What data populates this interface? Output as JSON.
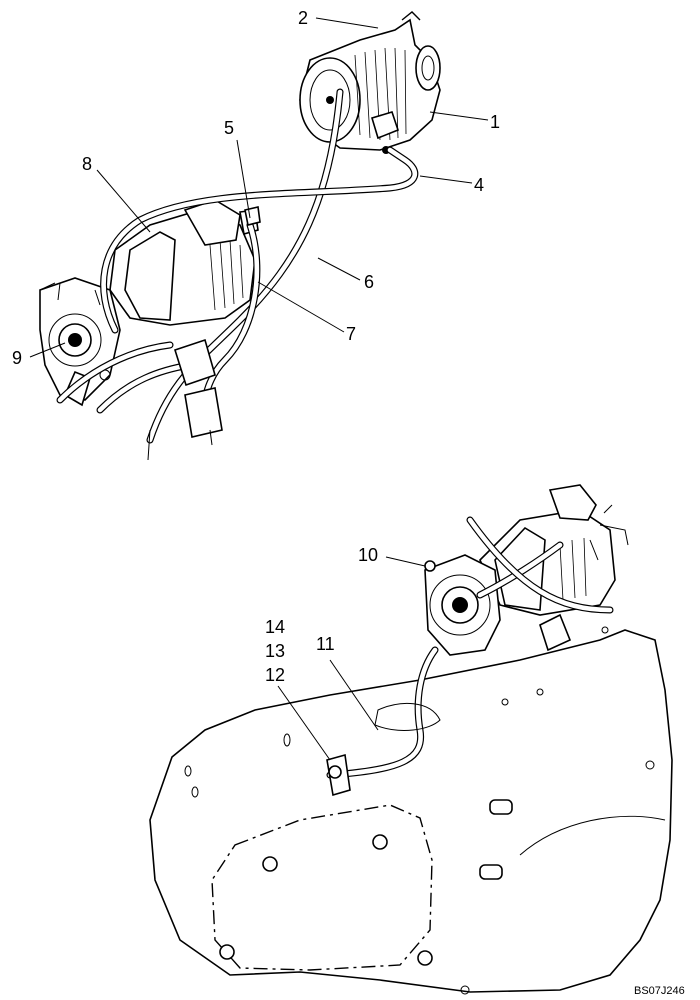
{
  "callouts": {
    "c1": "1",
    "c2": "2",
    "c4": "4",
    "c5": "5",
    "c6": "6",
    "c7": "7",
    "c8": "8",
    "c9": "9",
    "c10": "10",
    "c11": "11",
    "c12": "12",
    "c13": "13",
    "c14": "14"
  },
  "reference_code": "BS07J246"
}
